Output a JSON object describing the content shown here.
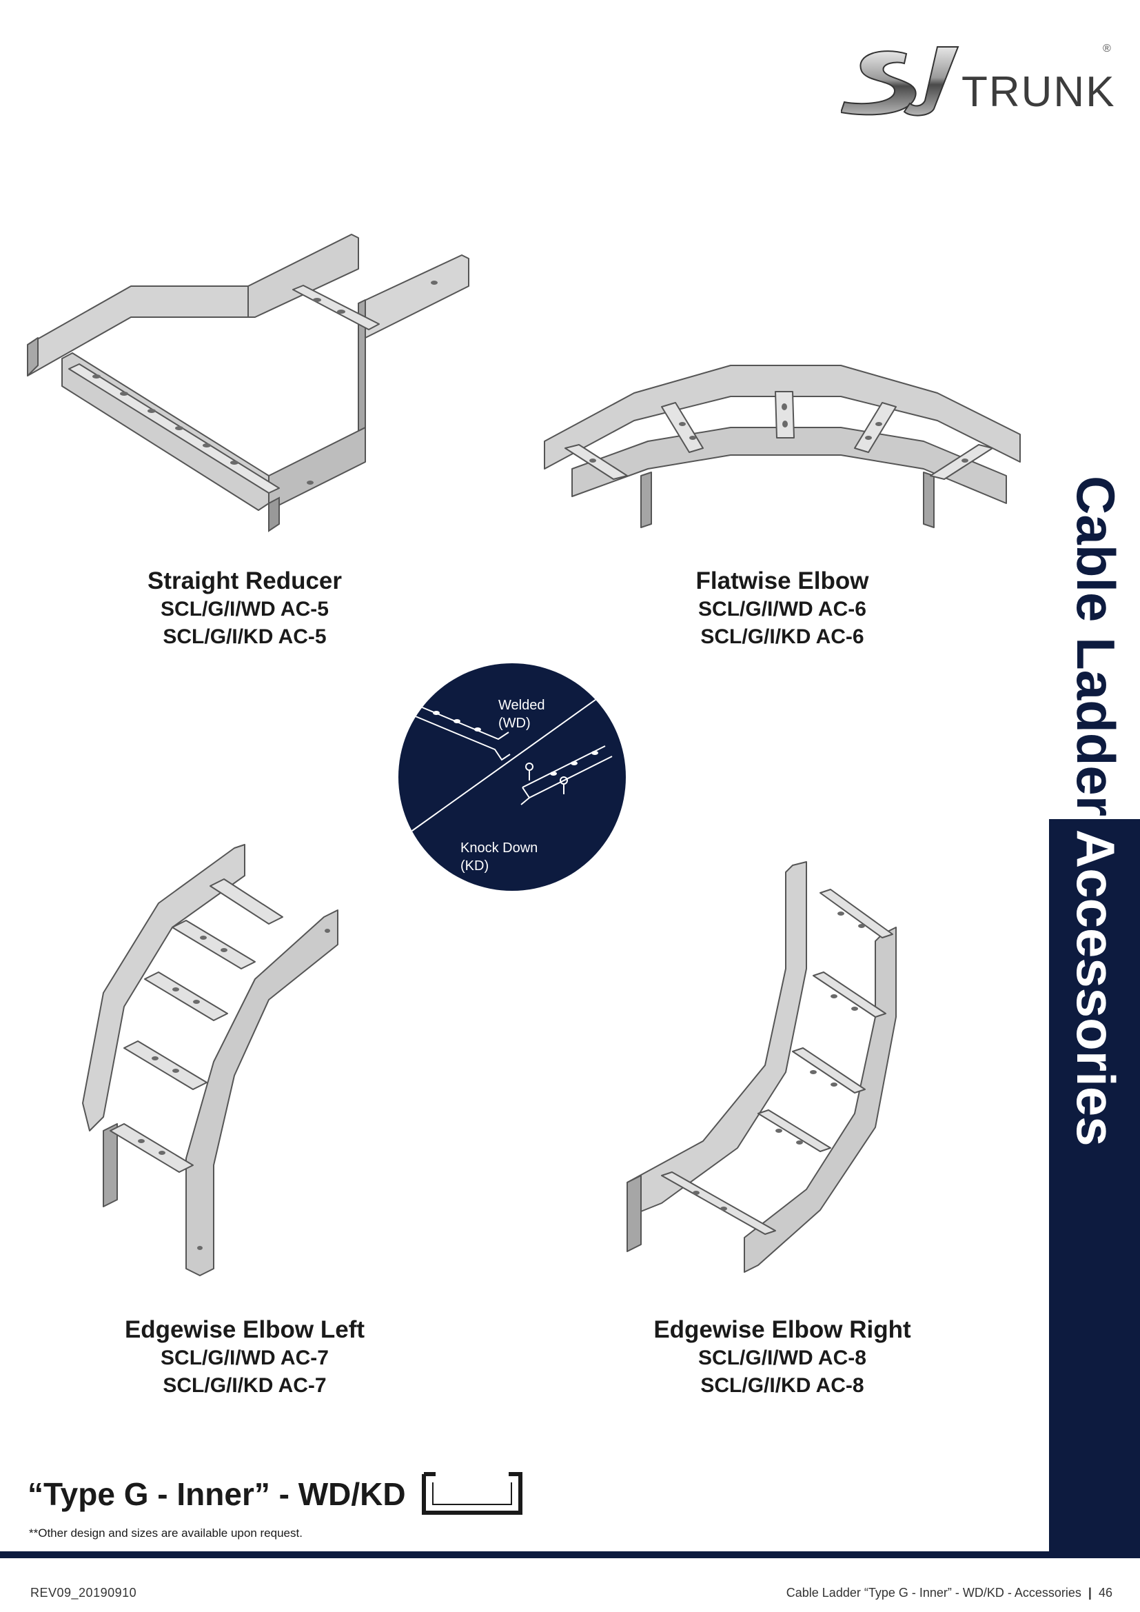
{
  "brand": {
    "logo_word": "TRUNK",
    "registered": "®"
  },
  "side_title": {
    "dark": "Cable Ladder",
    "light": "Accessories"
  },
  "products": [
    {
      "name": "Straight Reducer",
      "code_wd": "SCL/G/I/WD AC-5",
      "code_kd": "SCL/G/I/KD AC-5",
      "icon": "straight-reducer-illustration"
    },
    {
      "name": "Flatwise Elbow",
      "code_wd": "SCL/G/I/WD AC-6",
      "code_kd": "SCL/G/I/KD AC-6",
      "icon": "flatwise-elbow-illustration"
    },
    {
      "name": "Edgewise Elbow Left",
      "code_wd": "SCL/G/I/WD AC-7",
      "code_kd": "SCL/G/I/KD AC-7",
      "icon": "edgewise-elbow-left-illustration"
    },
    {
      "name": "Edgewise Elbow Right",
      "code_wd": "SCL/G/I/WD AC-8",
      "code_kd": "SCL/G/I/KD AC-8",
      "icon": "edgewise-elbow-right-illustration"
    }
  ],
  "connection_types": {
    "welded": "Welded",
    "welded_abbr": "(WD)",
    "knockdown": "Knock Down",
    "knockdown_abbr": "(KD)"
  },
  "type_title": "“Type G - Inner” - WD/KD",
  "note": "**Other design and sizes are available upon request.",
  "footer": {
    "revision": "REV09_20190910",
    "caption": "Cable Ladder “Type G - Inner” - WD/KD - Accessories",
    "page_number": "46"
  },
  "colors": {
    "navy": "#0d1b3f",
    "steel_light": "#d9d9d9",
    "steel_mid": "#b8b8b8",
    "steel_dark": "#8a8a8a"
  }
}
